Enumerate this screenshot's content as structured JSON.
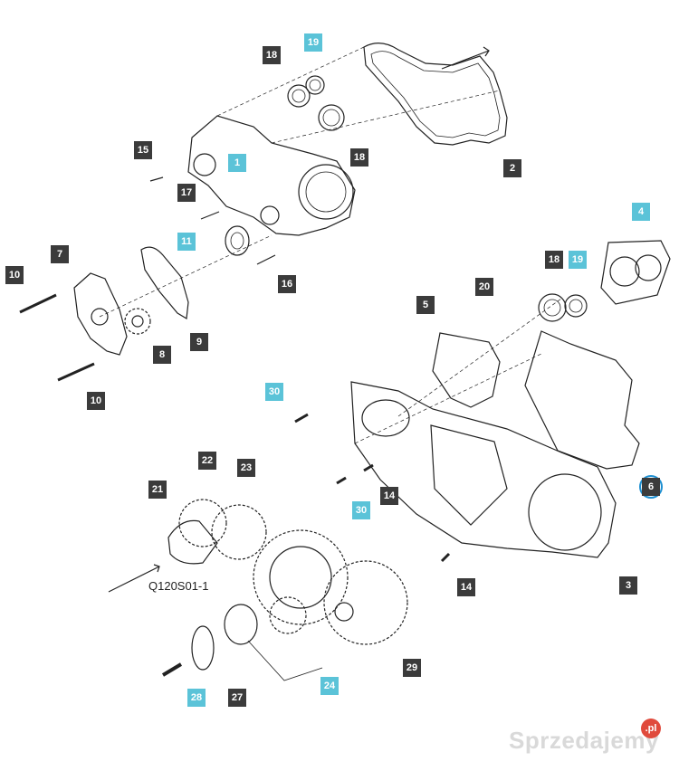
{
  "diagram": {
    "drawing_code": "Q120S01-1",
    "watermark": "Sprzedajemy",
    "watermark_suffix": ".pl",
    "highlighted_callout": "6",
    "callouts": {
      "c18a": "18",
      "c19a": "19",
      "c18b": "18",
      "c2": "2",
      "c15": "15",
      "c1": "1",
      "c17": "17",
      "c11": "11",
      "c16": "16",
      "c4": "4",
      "c18c": "18",
      "c19b": "19",
      "c20": "20",
      "c5": "5",
      "c7": "7",
      "c10a": "10",
      "c8": "8",
      "c9": "9",
      "c10b": "10",
      "c30a": "30",
      "c14a": "14",
      "c30b": "30",
      "c6": "6",
      "c22": "22",
      "c23": "23",
      "c21": "21",
      "c3": "3",
      "c14b": "14",
      "c29": "29",
      "c24": "24",
      "c27": "27",
      "c28": "28"
    }
  }
}
